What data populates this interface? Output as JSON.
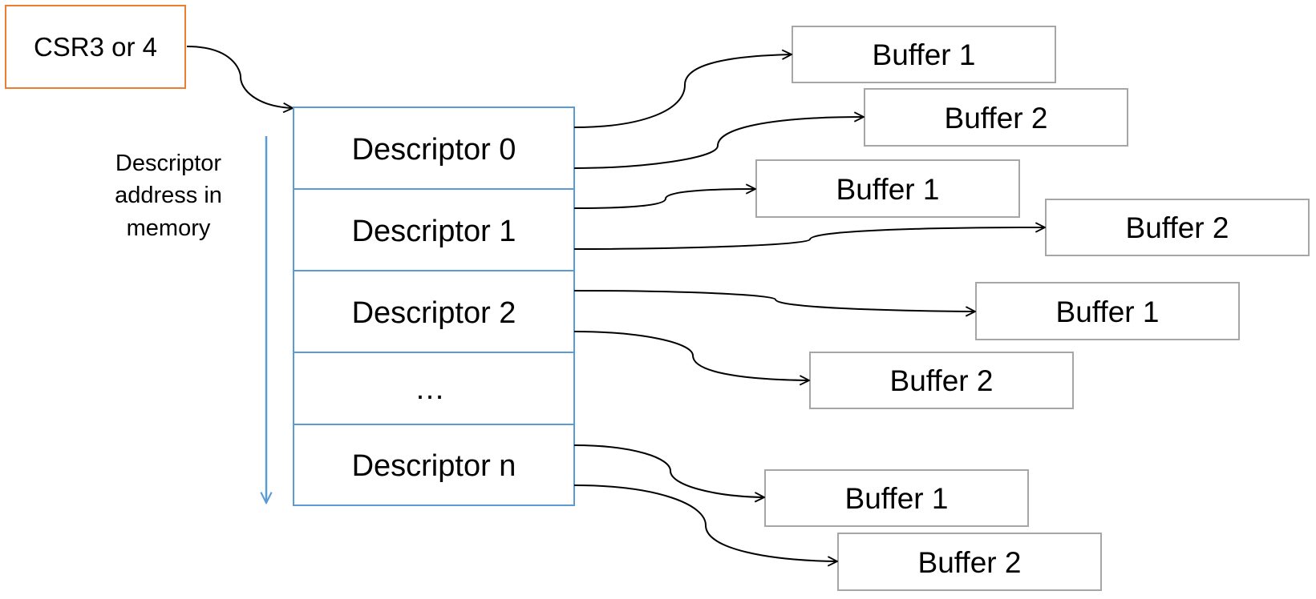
{
  "register": {
    "label": "CSR3 or 4",
    "color": "#ED7D31"
  },
  "memory_axis": {
    "label_lines": [
      "Descriptor",
      "address in",
      "memory"
    ],
    "color": "#5B9BD5"
  },
  "descriptors": [
    {
      "label": "Descriptor 0"
    },
    {
      "label": "Descriptor 1"
    },
    {
      "label": "Descriptor 2"
    },
    {
      "label": "…"
    },
    {
      "label": "Descriptor n"
    }
  ],
  "descriptor_color": "#5B9BD5",
  "buffers": [
    {
      "label": "Buffer 1",
      "descriptor": 0
    },
    {
      "label": "Buffer 2",
      "descriptor": 0
    },
    {
      "label": "Buffer 1",
      "descriptor": 1
    },
    {
      "label": "Buffer 2",
      "descriptor": 1
    },
    {
      "label": "Buffer 1",
      "descriptor": 2
    },
    {
      "label": "Buffer 2",
      "descriptor": 2
    },
    {
      "label": "Buffer 1",
      "descriptor": 4
    },
    {
      "label": "Buffer 2",
      "descriptor": 4
    }
  ],
  "buffer_color": "#A6A6A6",
  "connector_color": "#000000"
}
